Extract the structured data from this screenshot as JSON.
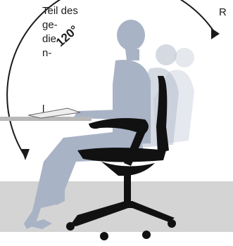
{
  "text_left": {
    "line1": "Teil des",
    "line2": "ge-",
    "line3": "die",
    "line4": "n-",
    "line5": "l"
  },
  "text_right": {
    "top_fragment": "R"
  },
  "angle_label": "120°",
  "colors": {
    "figure": "#a9b3c6",
    "figure_ghost": "#c6cdd9",
    "floor": "#d4d4d4",
    "desk": "#b8b8b8",
    "chair": "#111111",
    "arrow": "#1a1a1a"
  }
}
